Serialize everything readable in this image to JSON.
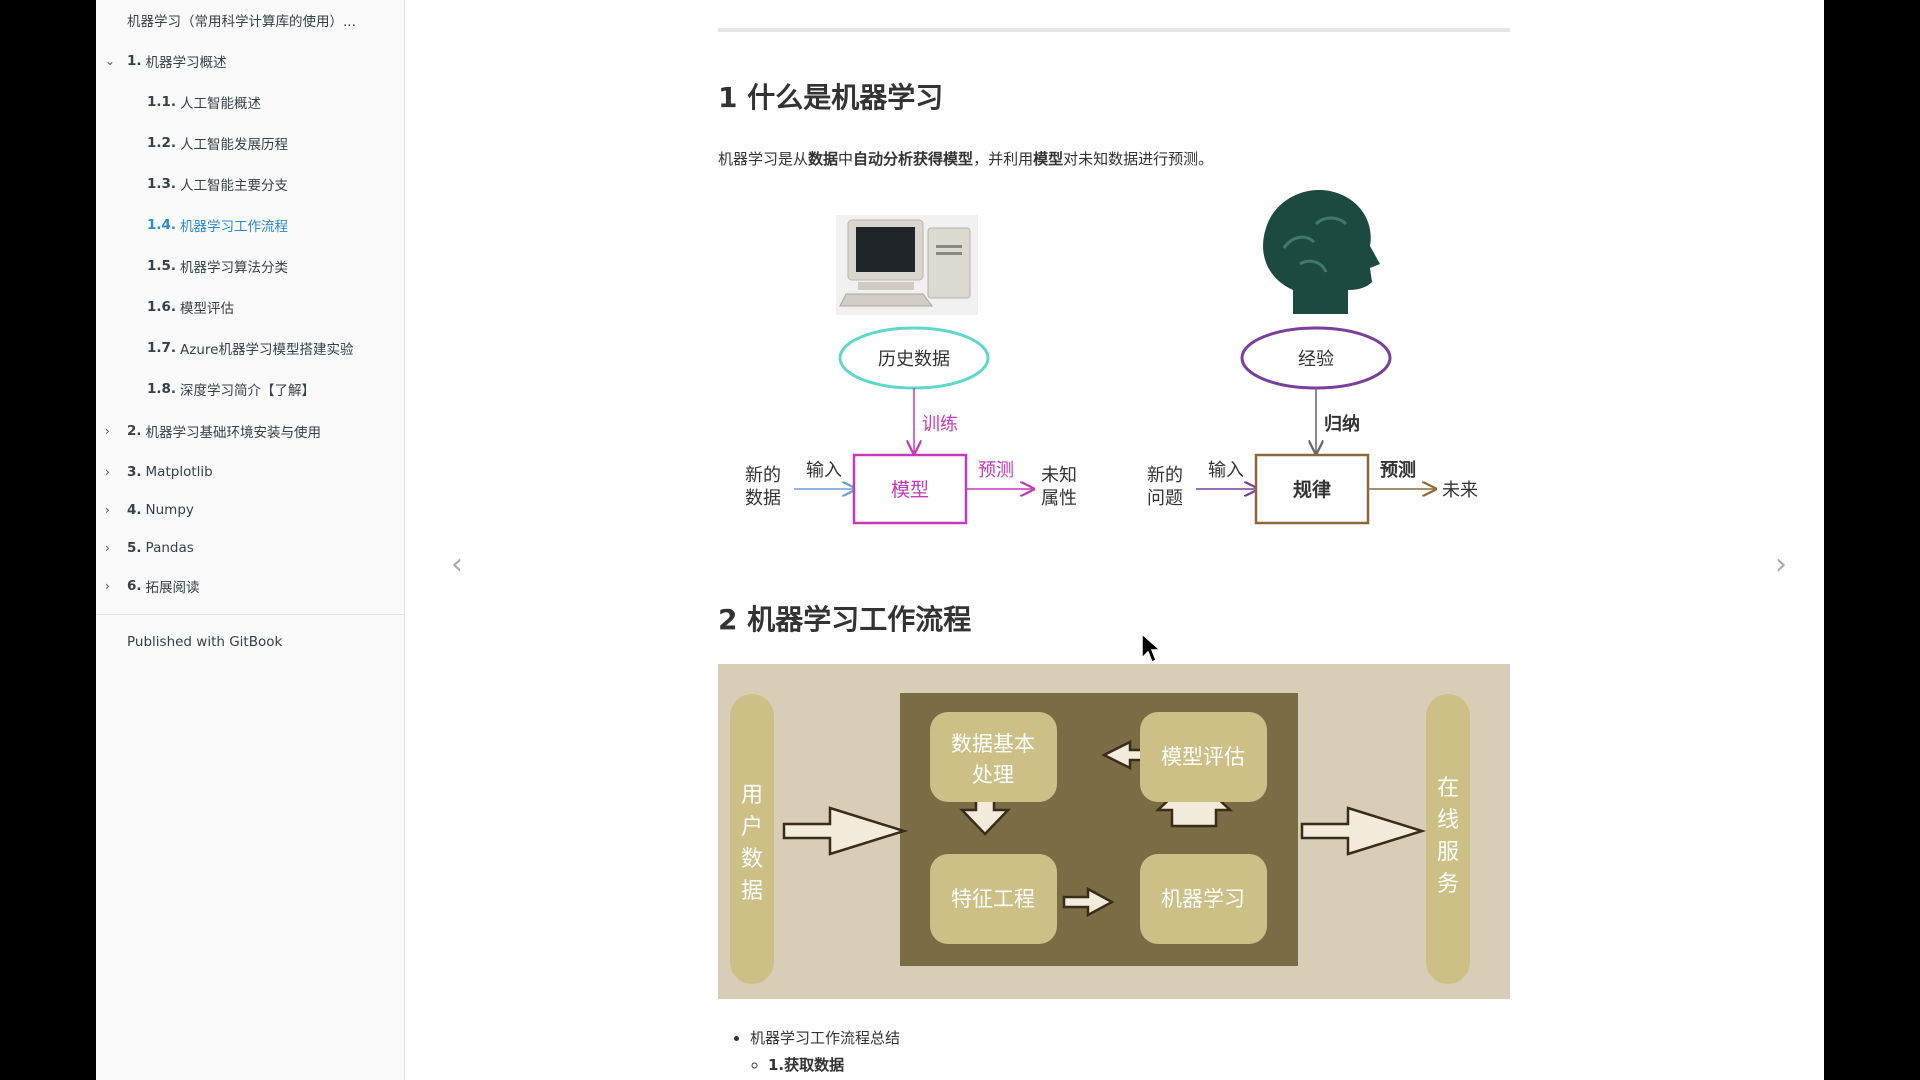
{
  "sidebar": {
    "book_title": "机器学习（常用科学计算库的使用）...",
    "items": [
      {
        "num": "1.",
        "label": "机器学习概述",
        "caret": "⌄"
      },
      {
        "num": "1.1.",
        "label": "人工智能概述"
      },
      {
        "num": "1.2.",
        "label": "人工智能发展历程"
      },
      {
        "num": "1.3.",
        "label": "人工智能主要分支"
      },
      {
        "num": "1.4.",
        "label": "机器学习工作流程"
      },
      {
        "num": "1.5.",
        "label": "机器学习算法分类"
      },
      {
        "num": "1.6.",
        "label": "模型评估"
      },
      {
        "num": "1.7.",
        "label": "Azure机器学习模型搭建实验"
      },
      {
        "num": "1.8.",
        "label": "深度学习简介【了解】"
      },
      {
        "num": "2.",
        "label": "机器学习基础环境安装与使用",
        "caret": "›"
      },
      {
        "num": "3.",
        "label": "Matplotlib",
        "caret": "›"
      },
      {
        "num": "4.",
        "label": "Numpy",
        "caret": "›"
      },
      {
        "num": "5.",
        "label": "Pandas",
        "caret": "›"
      },
      {
        "num": "6.",
        "label": "拓展阅读",
        "caret": "›"
      }
    ],
    "published": "Published with GitBook"
  },
  "content": {
    "section1_title": "1 什么是机器学习",
    "intro": {
      "p1": "机器学习是从",
      "b1": "数据",
      "p2": "中",
      "b2": "自动分析获得模型",
      "p3": "，并利用",
      "b3": "模型",
      "p4": "对未知数据进行预测。"
    },
    "diagram": {
      "left": {
        "ellipse": "历史数据",
        "train": "训练",
        "input_line1": "新的",
        "input_line2": "数据",
        "input_label": "输入",
        "box": "模型",
        "predict": "预测",
        "output_line1": "未知",
        "output_line2": "属性"
      },
      "right": {
        "ellipse": "经验",
        "induce": "归纳",
        "input_line1": "新的",
        "input_line2": "问题",
        "input_label": "输入",
        "box": "规律",
        "predict": "预测",
        "output": "未来"
      }
    },
    "section2_title": "2 机器学习工作流程",
    "workflow": {
      "left_pill": [
        "用",
        "户",
        "数",
        "据"
      ],
      "right_pill": [
        "在",
        "线",
        "服",
        "务"
      ],
      "box_tl_1": "数据基本",
      "box_tl_2": "处理",
      "box_tr": "模型评估",
      "box_bl": "特征工程",
      "box_br": "机器学习"
    },
    "summary": {
      "item": "机器学习工作流程总结",
      "sub1": "1.获取数据"
    }
  },
  "colors": {
    "active_link": "#2a8ad2",
    "teal": "#5fd8c8",
    "magenta": "#c63ab8",
    "purple": "#7a3f9a",
    "brown": "#8a6a3a",
    "workflow_bg": "#d8cdb6",
    "workflow_panel": "#7a6d46",
    "workflow_box": "#cdc087"
  }
}
